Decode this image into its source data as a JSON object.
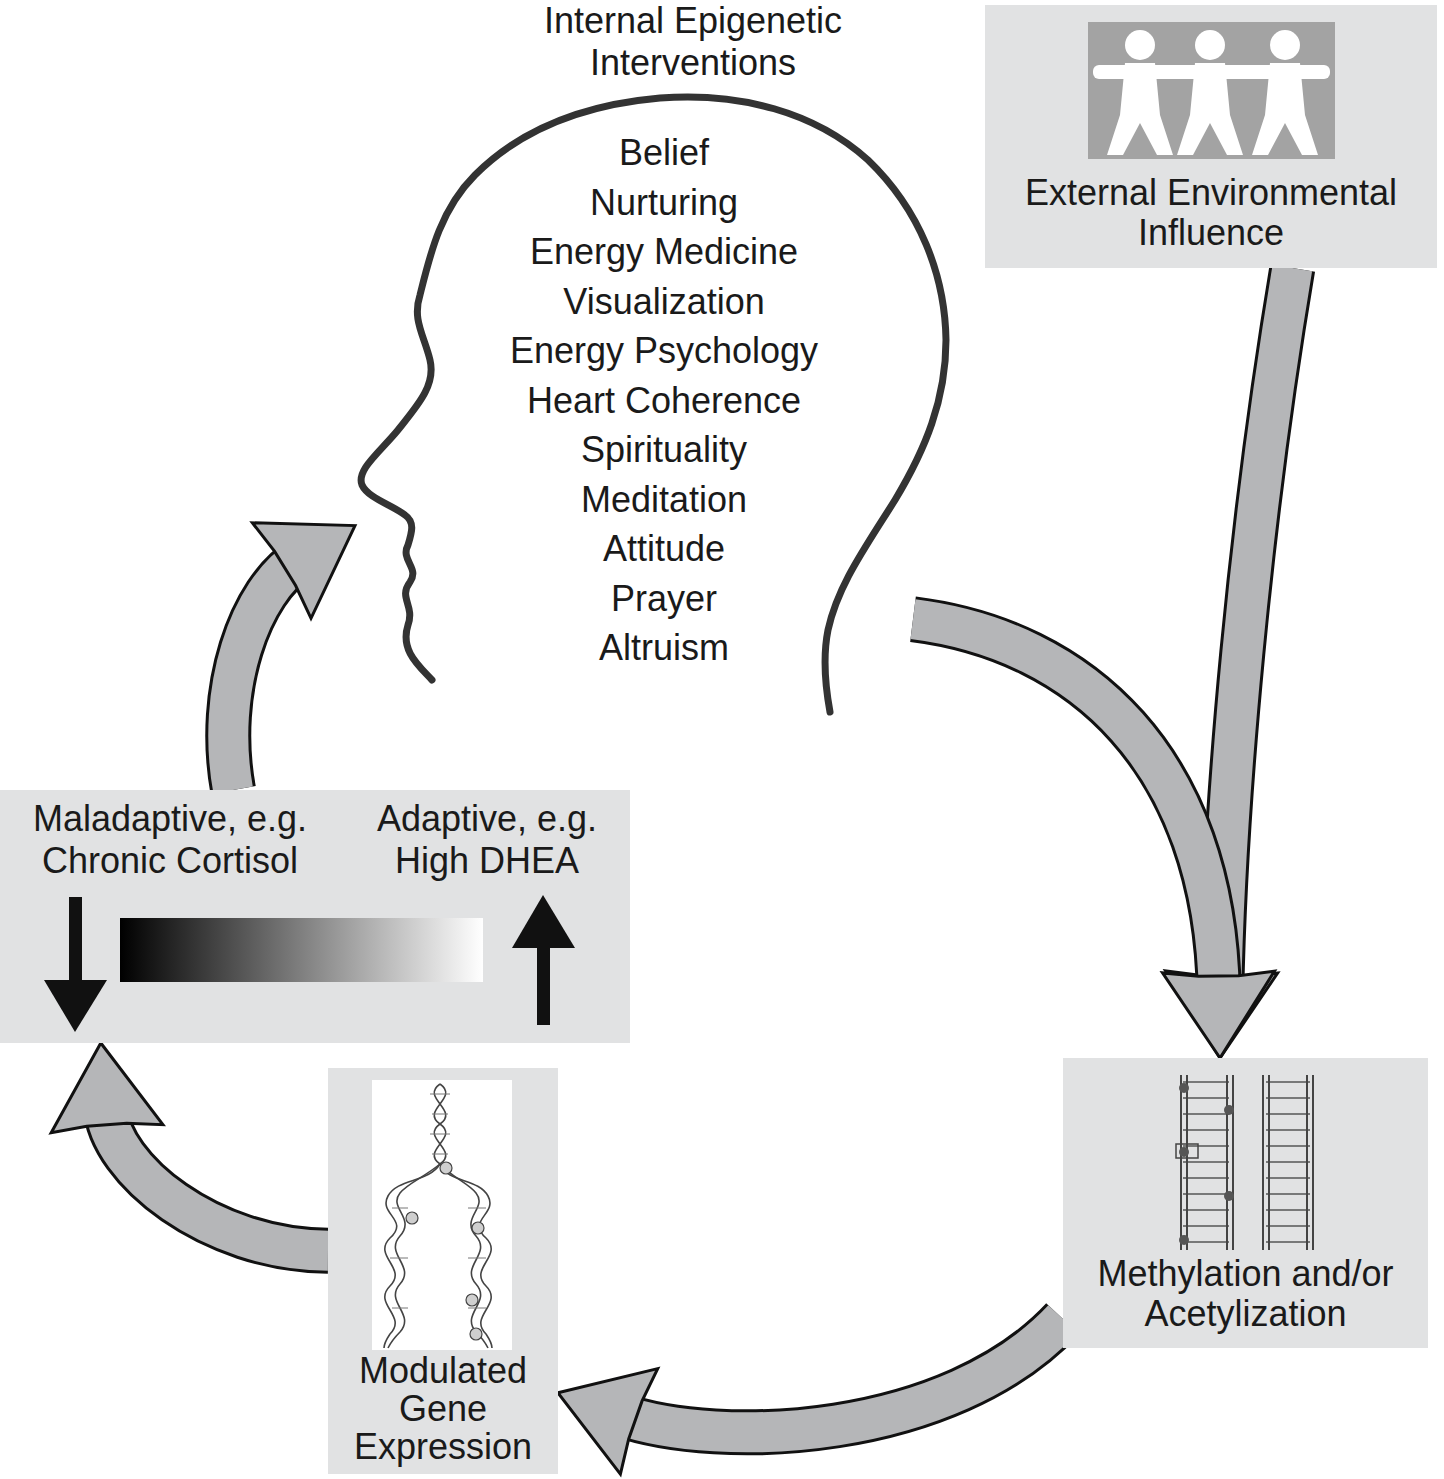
{
  "diagram": {
    "nodes": [
      {
        "text": [
          "Internal Epigenetic Interventions",
          "Belief",
          "Nurturing",
          "Energy Medicine",
          "Visualization",
          "Energy Psychology",
          "Heart Coherence",
          "Spirituality",
          "Meditation",
          "Attitude",
          "Prayer",
          "Altruism"
        ]
      },
      {
        "text": [
          "External Environmental Influence"
        ]
      },
      {
        "text": [
          "Methylation and/or Acetylization"
        ]
      },
      {
        "text": [
          "Modulated Gene Expression"
        ]
      },
      {
        "text": [
          "Maladaptive, e.g. Chronic Cortisol",
          "Adaptive, e.g. High DHEA"
        ]
      }
    ],
    "edges": [
      {
        "from": 1,
        "to": 2,
        "arrow": "to"
      },
      {
        "from": 0,
        "to": 2,
        "arrow": "to"
      },
      {
        "from": 2,
        "to": 3,
        "arrow": "to"
      },
      {
        "from": 3,
        "to": 4,
        "arrow": "to"
      },
      {
        "from": 4,
        "to": 0,
        "arrow": "to"
      }
    ]
  }
}
